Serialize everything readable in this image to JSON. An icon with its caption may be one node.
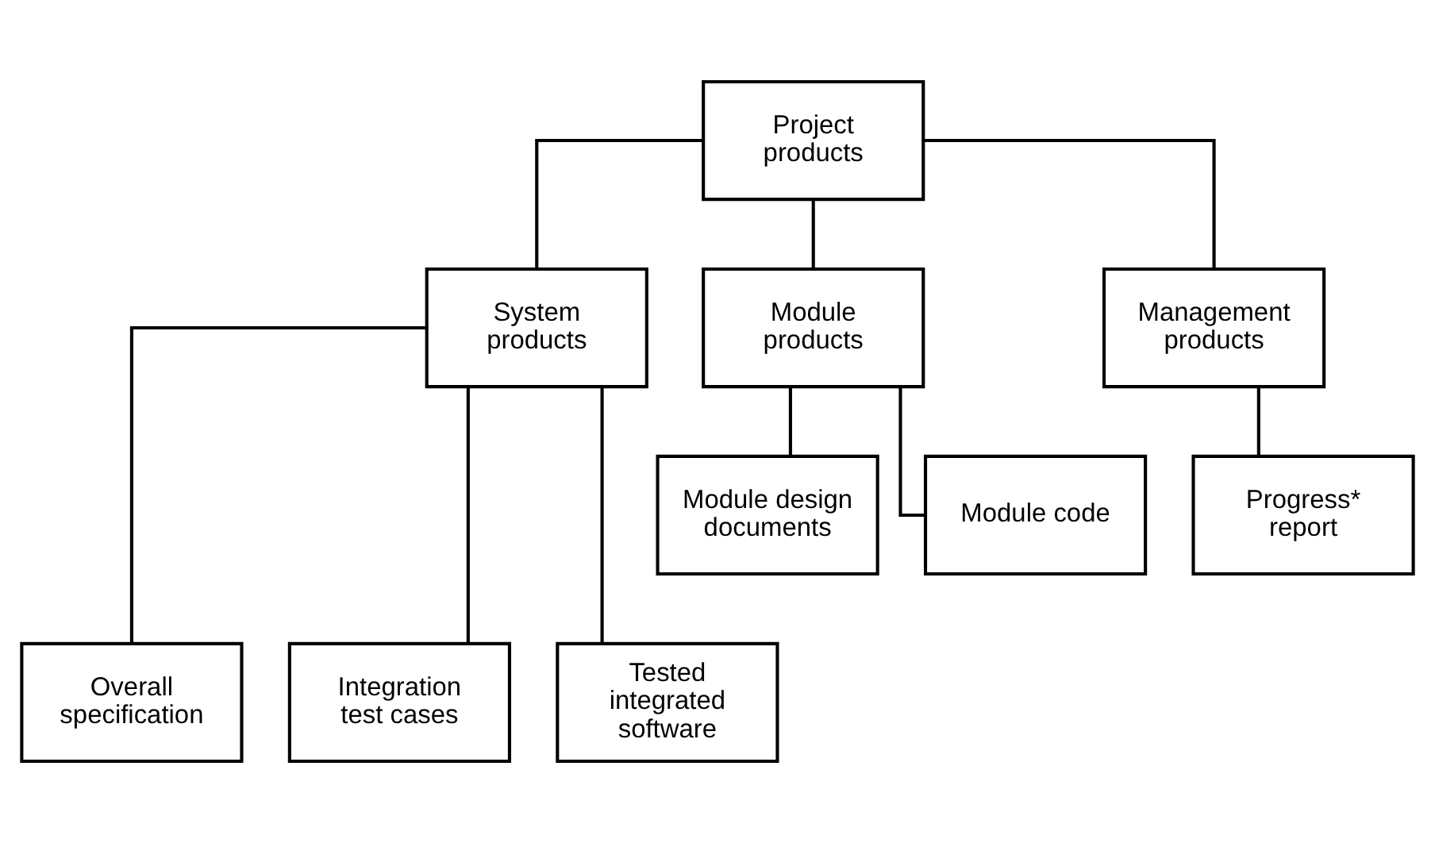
{
  "diagram": {
    "nodes": [
      {
        "text": [
          "Project products"
        ]
      },
      {
        "text": [
          "System products"
        ]
      },
      {
        "text": [
          "Module products"
        ]
      },
      {
        "text": [
          "Management products"
        ]
      },
      {
        "text": [
          "Module design documents"
        ]
      },
      {
        "text": [
          "Module code"
        ]
      },
      {
        "text": [
          "Progress* report"
        ]
      },
      {
        "text": [
          "Overall specification"
        ]
      },
      {
        "text": [
          "Integration test cases"
        ]
      },
      {
        "text": [
          "Tested integrated software"
        ]
      }
    ],
    "edges": [
      {
        "from": 0,
        "to": 1,
        "arrow": "none"
      },
      {
        "from": 0,
        "to": 2,
        "arrow": "none"
      },
      {
        "from": 0,
        "to": 3,
        "arrow": "none"
      },
      {
        "from": 2,
        "to": 4,
        "arrow": "none"
      },
      {
        "from": 2,
        "to": 5,
        "arrow": "none"
      },
      {
        "from": 3,
        "to": 6,
        "arrow": "none"
      },
      {
        "from": 1,
        "to": 7,
        "arrow": "none"
      },
      {
        "from": 1,
        "to": 8,
        "arrow": "none"
      },
      {
        "from": 1,
        "to": 9,
        "arrow": "none"
      }
    ]
  }
}
